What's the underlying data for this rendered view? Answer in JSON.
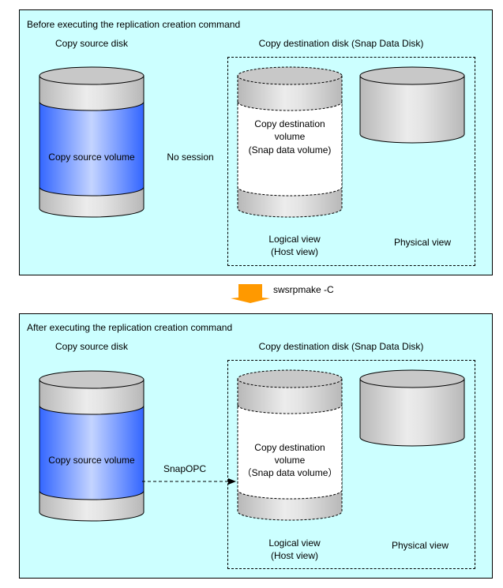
{
  "panels": [
    {
      "id": "before",
      "title": "Before executing the replication creation command",
      "source_disk_label": "Copy source disk",
      "dest_disk_label": "Copy destination disk (Snap Data Disk)",
      "source_volume_label": "Copy source volume",
      "relation_label": "No session",
      "dest_volume_label_line1": "Copy destination",
      "dest_volume_label_line2": "volume",
      "dest_volume_label_line3": "(Snap data volume)",
      "logical_view_line1": "Logical view",
      "logical_view_line2": "(Host view)",
      "physical_view": "Physical view"
    },
    {
      "id": "after",
      "title": "After executing the replication creation command",
      "source_disk_label": "Copy source disk",
      "dest_disk_label": "Copy destination disk (Snap Data Disk)",
      "source_volume_label": "Copy source volume",
      "relation_label": "SnapOPC",
      "dest_volume_label_line1": "Copy destination",
      "dest_volume_label_line2": "volume",
      "dest_volume_label_line3": "（Snap data volume）",
      "logical_view_line1": "Logical view",
      "logical_view_line2": "(Host view)",
      "physical_view": "Physical view"
    }
  ],
  "command": {
    "label": "swsrpmake -C",
    "arrow_icon": "orange-down-arrow-icon"
  },
  "colors": {
    "panel_background": "#ccffff",
    "source_volume_blue": "#3366ff",
    "disk_gray": "#c0c0c0",
    "arrow_orange": "#ff9900"
  }
}
